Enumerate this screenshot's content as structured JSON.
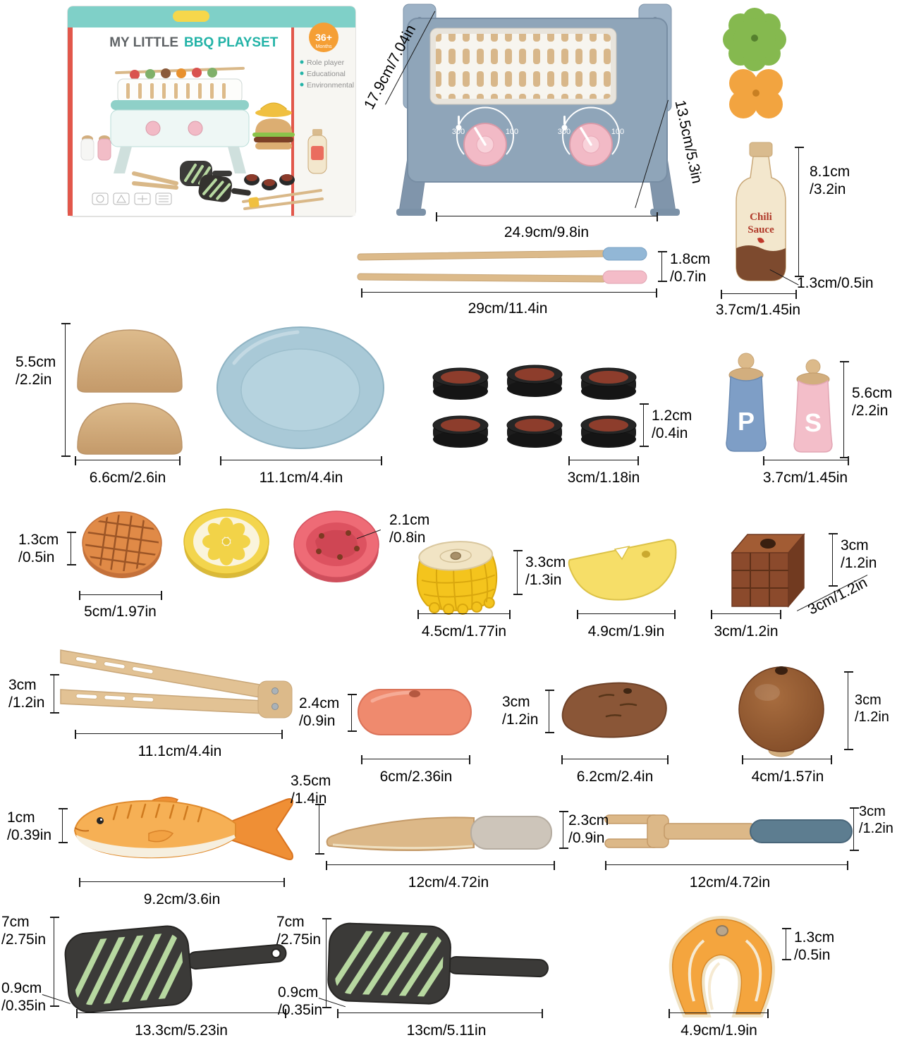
{
  "box": {
    "title1": "MY LITTLE",
    "title2": "BBQ PLAYSET",
    "badge": "36+",
    "badge_sub": "Months",
    "bullets": [
      "Role player",
      "Educational",
      "Environmental"
    ]
  },
  "grill": {
    "scale_left": "300",
    "scale_right": "100"
  },
  "bottle": {
    "line1": "Chili",
    "line2": "Sauce"
  },
  "shakers": {
    "pepper": "P",
    "salt": "S"
  },
  "dims": {
    "grill_h": "17.9cm/7.04in",
    "grill_d": "13.5cm/5.3in",
    "grill_w": "24.9cm/9.8in",
    "bottle_h": "8.1cm\n/3.2in",
    "bottle_base": "1.3cm/0.5in",
    "bottle_w": "3.7cm/1.45in",
    "skewer_t": "1.8cm\n/0.7in",
    "skewer_l": "29cm/11.4in",
    "bun_h": "5.5cm\n/2.2in",
    "bun_w": "6.6cm/2.6in",
    "plate_w": "11.1cm/4.4in",
    "patty_t": "1.2cm\n/0.4in",
    "patty_w": "3cm/1.18in",
    "shaker_h": "5.6cm\n/2.2in",
    "shaker_w": "3.7cm/1.45in",
    "slice_t": "1.3cm\n/0.5in",
    "slice_w": "5cm/1.97in",
    "slice_t2": "2.1cm\n/0.8in",
    "corn_h": "3.3cm\n/1.3in",
    "corn_w": "4.5cm/1.77in",
    "cheese_w": "4.9cm/1.9in",
    "cube_h": "3cm\n/1.2in",
    "cube_d": "3cm/1.2in",
    "cube_w": "3cm/1.2in",
    "tongs_h": "3cm\n/1.2in",
    "tongs_l": "11.1cm/4.4in",
    "sausage_h": "2.4cm\n/0.9in",
    "sausage_l": "6cm/2.36in",
    "potato_h": "3cm\n/1.2in",
    "potato_l": "6.2cm/2.4in",
    "onion_h": "3cm\n/1.2in",
    "onion_w": "4cm/1.57in",
    "fish_t": "1cm\n/0.39in",
    "fish_l": "9.2cm/3.6in",
    "knife_h": "3.5cm\n/1.4in",
    "knife_l": "12cm/4.72in",
    "fork_t": "2.3cm\n/0.9in",
    "fork_l": "12cm/4.72in",
    "fork_h": "3cm\n/1.2in",
    "pan1_w": "7cm\n/2.75in",
    "pan1_t": "0.9cm\n/0.35in",
    "pan1_l": "13.3cm/5.23in",
    "pan2_w": "7cm\n/2.75in",
    "pan2_t": "0.9cm\n/0.35in",
    "pan2_l": "13cm/5.11in",
    "salmon_t": "1.3cm\n/0.5in",
    "salmon_w": "4.9cm/1.9in"
  }
}
